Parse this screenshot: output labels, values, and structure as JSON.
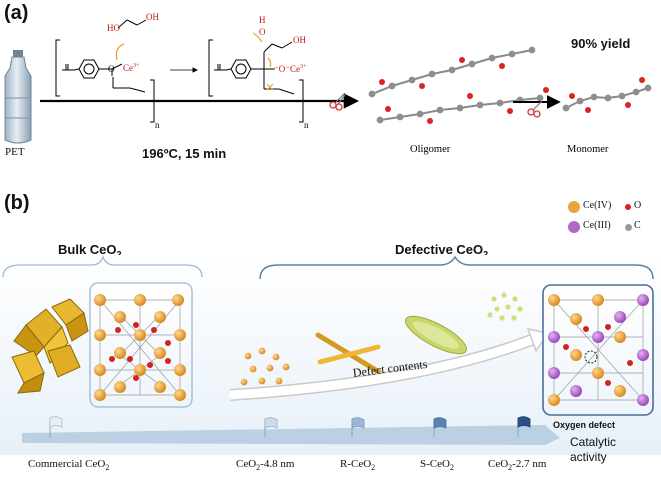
{
  "panel_a": {
    "label": "(a)",
    "pet_label": "PET",
    "condition": "196ºC, 15 min",
    "yield": "90% yield",
    "oligomer_label": "Oligomer",
    "monomer_label": "Monomer",
    "reaction": {
      "ho": "HO",
      "oh": "OH",
      "h": "H",
      "o": "O",
      "ce3": "Ce",
      "ce3_sup": "3+",
      "n": "n"
    }
  },
  "panel_b": {
    "label": "(b)",
    "legend": {
      "ce4": "Ce(IV)",
      "ce3": "Ce(III)",
      "o": "O",
      "c": "C",
      "colors": {
        "ce4": "#E9A53A",
        "ce3": "#B068C8",
        "o": "#D42222",
        "c": "#9A9A9A"
      }
    },
    "bulk_title_main": "Bulk CeO",
    "bulk_title_sub": "2",
    "defective_title_main": "Defective CeO",
    "defective_title_sub": "2",
    "defect_contents": "Defect contents",
    "oxygen_defect": "Oxygen defect",
    "axis_label_line1": "Catalytic",
    "axis_label_line2": "activity",
    "samples": [
      {
        "pre": "Commercial  CeO",
        "sub": "2",
        "post": ""
      },
      {
        "pre": "CeO",
        "sub": "2",
        "post": "-4.8 nm"
      },
      {
        "pre": "R-CeO",
        "sub": "2",
        "post": ""
      },
      {
        "pre": "S-CeO",
        "sub": "2",
        "post": ""
      },
      {
        "pre": "CeO",
        "sub": "2",
        "post": "-2.7 nm"
      }
    ]
  }
}
